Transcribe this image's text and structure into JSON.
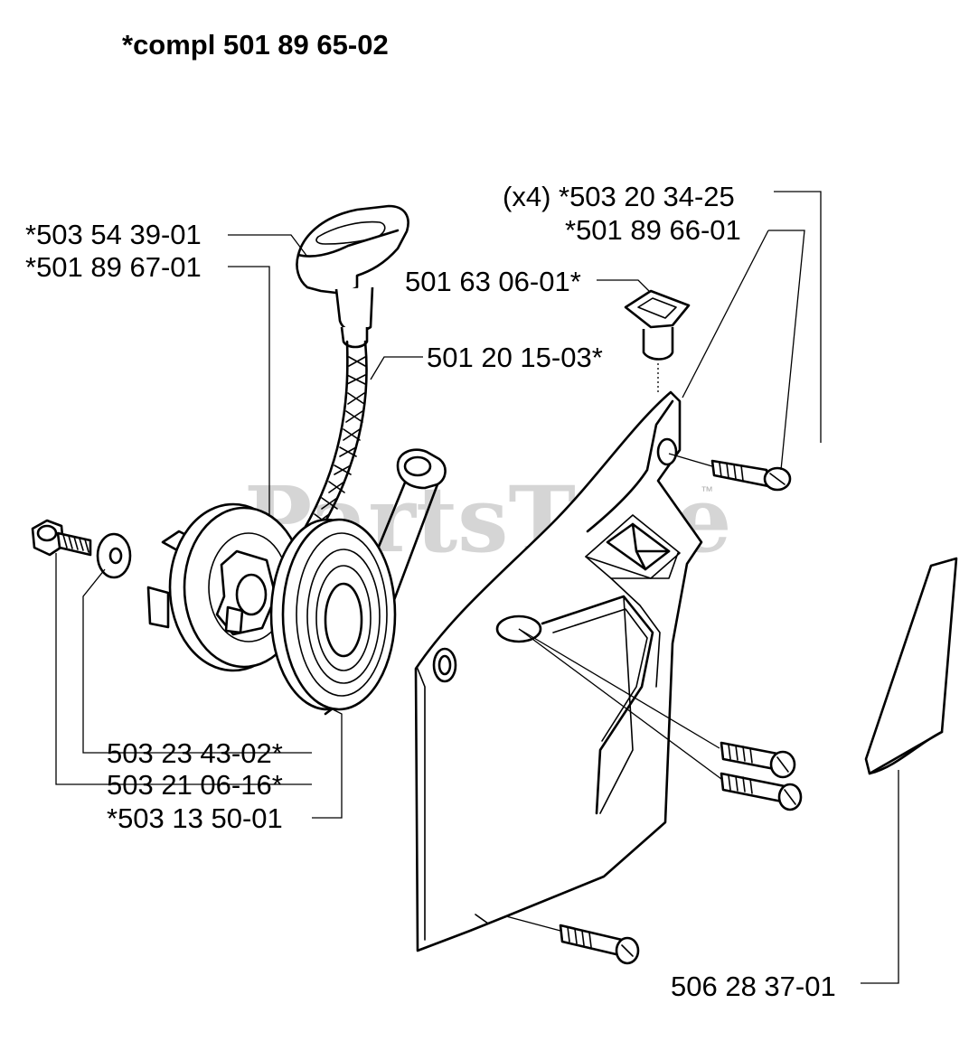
{
  "title": "*compl 501 89 65-02",
  "watermark": "PartsTree",
  "watermark_mark": "™",
  "labels": {
    "handle": "*503 54 39-01",
    "pulley": "*501 89 67-01",
    "rope": "501 20 15-03*",
    "screw_set": "(x4) *503 20 34-25",
    "cover": "*501 89 66-01",
    "plug": "501 63 06-01*",
    "washer": "503 23 43-02*",
    "bolt": "503 21 06-16*",
    "spring": "*503 13 50-01",
    "decal": "506 28 37-01"
  }
}
